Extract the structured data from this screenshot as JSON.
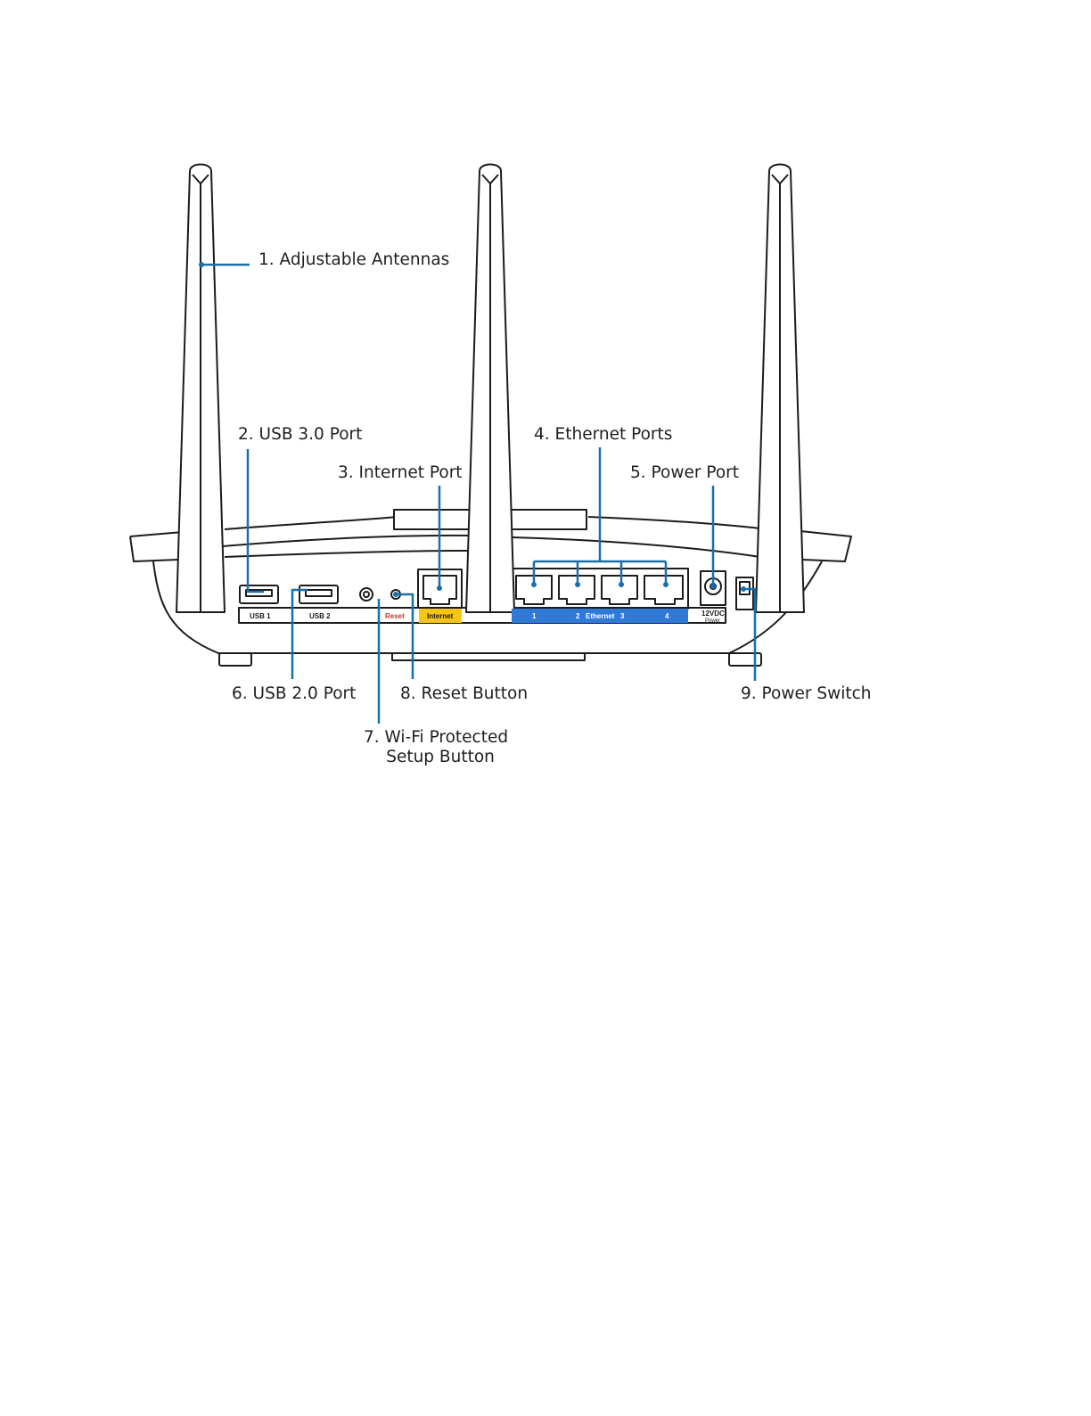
{
  "colors": {
    "callout_line": "#1a6fa8",
    "internet_label_bg": "#f5c518",
    "ethernet_label_bg": "#2f7ad6",
    "reset_label_text": "#c0392b",
    "outline": "#1c1c1c"
  },
  "callouts": [
    {
      "number": "1.",
      "text": "Adjustable Antennas"
    },
    {
      "number": "2.",
      "text": "USB 3.0 Port"
    },
    {
      "number": "3.",
      "text": "Internet Port"
    },
    {
      "number": "4.",
      "text": "Ethernet Ports"
    },
    {
      "number": "5.",
      "text": "Power Port"
    },
    {
      "number": "6.",
      "text": "USB 2.0 Port"
    },
    {
      "number": "7.",
      "text": "Wi-Fi Protected",
      "text2": "Setup Button"
    },
    {
      "number": "8.",
      "text": "Reset Button"
    },
    {
      "number": "9.",
      "text": "Power Switch"
    }
  ],
  "panel_labels": {
    "usb1": "USB 1",
    "usb2": "USB 2",
    "reset": "Reset",
    "internet": "Internet",
    "eth1": "1",
    "eth2": "2",
    "ethernet": "Ethernet",
    "eth3": "3",
    "eth4": "4",
    "power_v": "12VDC",
    "power": "Power"
  }
}
